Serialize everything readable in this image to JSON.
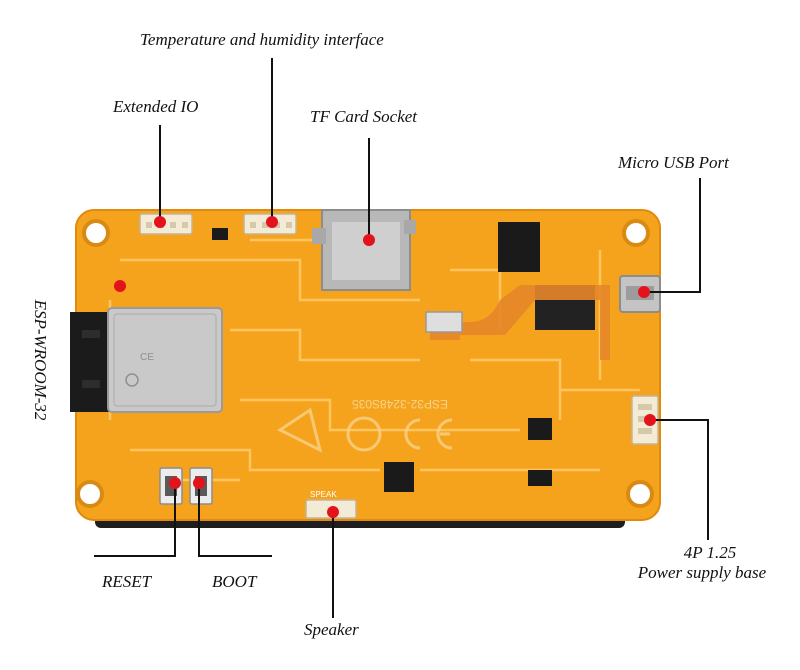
{
  "labels": {
    "temp_humidity": "Temperature and humidity interface",
    "extended_io": "Extended IO",
    "tf_card": "TF Card Socket",
    "micro_usb": "Micro USB Port",
    "esp_module": "ESP-WROOM-32",
    "power_line1": "4P 1.25",
    "power_line2": "Power supply base",
    "reset": "RESET",
    "boot": "BOOT",
    "speaker": "Speaker"
  },
  "silkscreen": {
    "speaker_connector": "SPEAK",
    "board_id": "ESP32-3248S035"
  },
  "colors": {
    "board": "#f5a31d",
    "board_edge": "#e08a10",
    "trace": "#ffc867",
    "marker": "#e3131b",
    "leader": "#111111",
    "module_shield": "#c9c9c9",
    "fpc": "#e7862a"
  }
}
